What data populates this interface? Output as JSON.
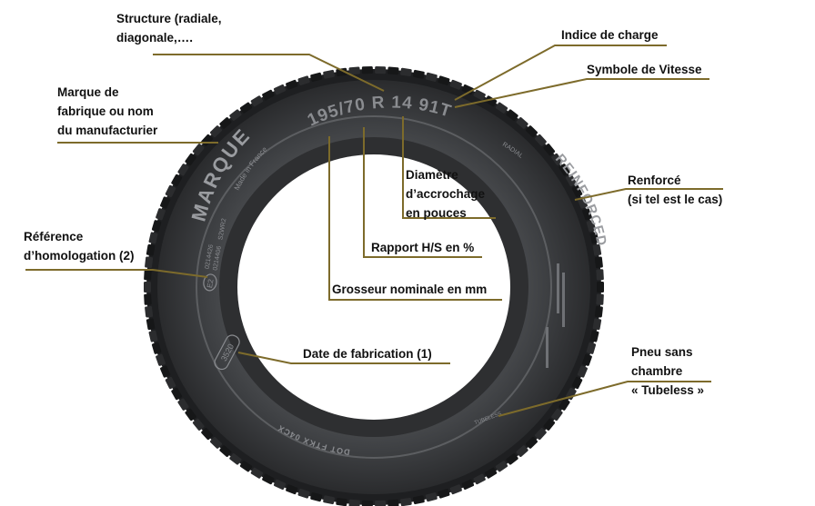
{
  "colors": {
    "background": "#ffffff",
    "tire_dark": "#2b2c2e",
    "tire_mid": "#45474a",
    "tire_light": "#6b6d70",
    "tread": "#1e1f21",
    "embossed_text": "#8a8c90",
    "leader_line": "#7d6b2b"
  },
  "tire_markings": {
    "brand": "MARQUE",
    "made_in": "Made in France",
    "size": "195/70 R 14 91T",
    "radial": "RADIAL",
    "reinforced": "REINFORCED",
    "homologation_code": "E2",
    "homologation_numbers": [
      "0214426",
      "0214406"
    ],
    "homologation_suffix": "S2WR2",
    "dot_code": "DOT FTKX 04CX",
    "date_code": "3520",
    "tubeless": "TUBELESS"
  },
  "labels": {
    "structure": [
      "Structure (radiale,",
      "diagonale,…."
    ],
    "indice_charge": [
      "Indice de charge"
    ],
    "symbole_vitesse": [
      "Symbole de Vitesse"
    ],
    "marque": [
      "Marque de",
      "fabrique ou nom",
      "du manufacturier"
    ],
    "diametre": [
      "Diamètre",
      "d’accrochage",
      "en pouces"
    ],
    "renforce": [
      "Renforcé",
      "(si tel est le cas)"
    ],
    "reference": [
      "Référence",
      "d’homologation (2)"
    ],
    "rapport": [
      "Rapport H/S en %"
    ],
    "grosseur": [
      "Grosseur nominale en mm"
    ],
    "date": [
      "Date de fabrication (1)"
    ],
    "pneu": [
      "Pneu sans",
      "chambre",
      "« Tubeless »"
    ]
  }
}
